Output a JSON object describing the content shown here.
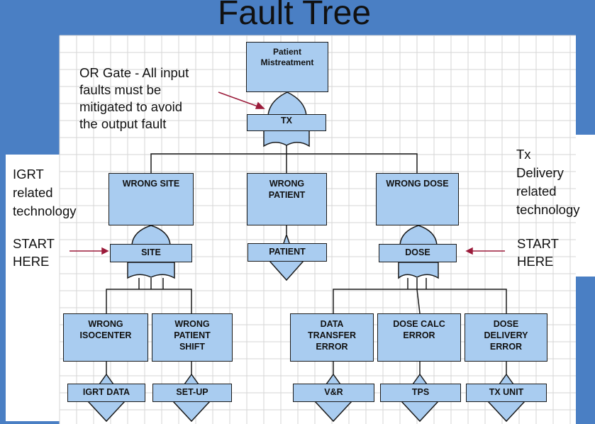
{
  "title": "Fault Tree",
  "notes": {
    "or_gate": [
      "OR Gate - All input",
      "faults must be",
      "mitigated to avoid",
      "the output fault"
    ],
    "left_side": [
      "IGRT",
      "related",
      "technology"
    ],
    "right_side": [
      "Tx",
      "Delivery",
      "related",
      "technology"
    ],
    "start_left": [
      "START",
      "HERE"
    ],
    "start_right": [
      "START",
      "HERE"
    ]
  },
  "top_event": {
    "label": [
      "Patient",
      "Mistreatment"
    ],
    "gate": "TX"
  },
  "level2": [
    {
      "label": [
        "WRONG SITE"
      ],
      "gate": "SITE"
    },
    {
      "label": [
        "WRONG",
        "PATIENT"
      ],
      "gate": "PATIENT"
    },
    {
      "label": [
        "WRONG DOSE"
      ],
      "gate": "DOSE"
    }
  ],
  "level3": [
    {
      "label": [
        "WRONG",
        "ISOCENTER"
      ],
      "base": "IGRT DATA"
    },
    {
      "label": [
        "WRONG",
        "PATIENT",
        "SHIFT"
      ],
      "base": "SET-UP"
    },
    {
      "label": [
        "DATA",
        "TRANSFER",
        "ERROR"
      ],
      "base": "V&R"
    },
    {
      "label": [
        "DOSE CALC",
        "ERROR"
      ],
      "base": "TPS"
    },
    {
      "label": [
        "DOSE",
        "DELIVERY",
        "ERROR"
      ],
      "base": "TX UNIT"
    }
  ],
  "colors": {
    "background": "#4a7fc4",
    "panel": "#ffffff",
    "grid": "#d6d6d6",
    "node": "#a9ccf0",
    "arrow": "#9b1b3a"
  }
}
